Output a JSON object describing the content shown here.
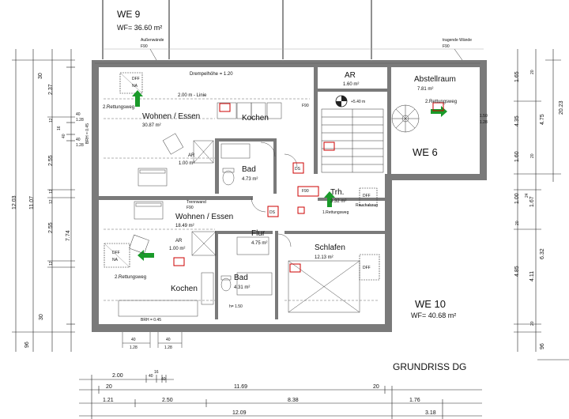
{
  "title": "GRUNDRISS DG",
  "units": [
    {
      "name": "WE 9",
      "area": "WF= 36.60 m²"
    },
    {
      "name": "WE 10",
      "area": "WF= 40.68 m²"
    },
    {
      "name": "WE 6"
    }
  ],
  "wall_notes": {
    "outer": "Außenwände",
    "outer_rating": "F90",
    "bearing": "tragende Wände",
    "bearing_rating": "F90"
  },
  "rooms": {
    "wohnen_top": {
      "name": "Wohnen / Essen",
      "area": "30.87 m²"
    },
    "kochen_top": {
      "name": "Kochen"
    },
    "ar_top_left": {
      "name": "AR",
      "area": "1.00 m²"
    },
    "bad_top": {
      "name": "Bad",
      "area": "4.73 m²"
    },
    "ar_top": {
      "name": "AR",
      "area": "1.60 m²"
    },
    "abstellraum": {
      "name": "Abstellraum",
      "area": "7.81 m²"
    },
    "treppenhaus": {
      "name": "Trh.",
      "area": "3.32 m²"
    },
    "wohnen_bottom": {
      "name": "Wohnen / Essen",
      "area": "18.49 m²"
    },
    "ar_bottom": {
      "name": "AR",
      "area": "1.00 m²"
    },
    "flur": {
      "name": "Flur",
      "area": "4.75 m²"
    },
    "bad_bottom": {
      "name": "Bad",
      "area": "4.31 m²"
    },
    "kochen_bottom": {
      "name": "Kochen"
    },
    "schlafen": {
      "name": "Schlafen",
      "area": "12.13 m²"
    }
  },
  "annotations": {
    "drempel": "Drempelhöhe = 1.20",
    "linie": "2.00 m - Linie",
    "rettung": "2.Rettungsweg",
    "rettung1": "1.Rettungsweg",
    "rauchabzug": "Rauchabzug",
    "dfa": "DFF",
    "na": "NA",
    "brh": "BRH = 0.45",
    "f90": "F90",
    "trennwand": "Trennwand",
    "ds": "DS",
    "level": "+5.40 m",
    "h150": "h= 1.50"
  },
  "dims_bottom": {
    "row1": [
      "2.00",
      "40",
      "16",
      "40"
    ],
    "row2": [
      "20",
      "11.69",
      "20"
    ],
    "row3": [
      "1.21",
      "2.50",
      "8.38",
      "1.76"
    ],
    "row4": [
      "12.09",
      "3.18"
    ]
  },
  "dims_left": {
    "outer": [
      "12.03"
    ],
    "second": [
      "11.07"
    ],
    "third": [
      "2.37",
      "2.55",
      "2.55",
      "7.74"
    ],
    "fourth": [
      "30",
      "12",
      "16",
      "40",
      "12",
      "12",
      "12",
      "30",
      "96"
    ],
    "window": [
      "40",
      "1.28",
      "40",
      "1.28"
    ]
  },
  "dims_right": {
    "inner": [
      "1.65",
      "4.35",
      "1.60",
      "1.00",
      "6.32",
      "4.85",
      "96"
    ],
    "mid": [
      "20",
      "20",
      "24",
      "1.67",
      "20",
      "4.11",
      "20"
    ],
    "outer": [
      "4.75",
      "20.23"
    ],
    "window": [
      "1.50",
      "1.28"
    ]
  },
  "dims_window_bottom": [
    "40",
    "1.28",
    "40",
    "1.28"
  ]
}
